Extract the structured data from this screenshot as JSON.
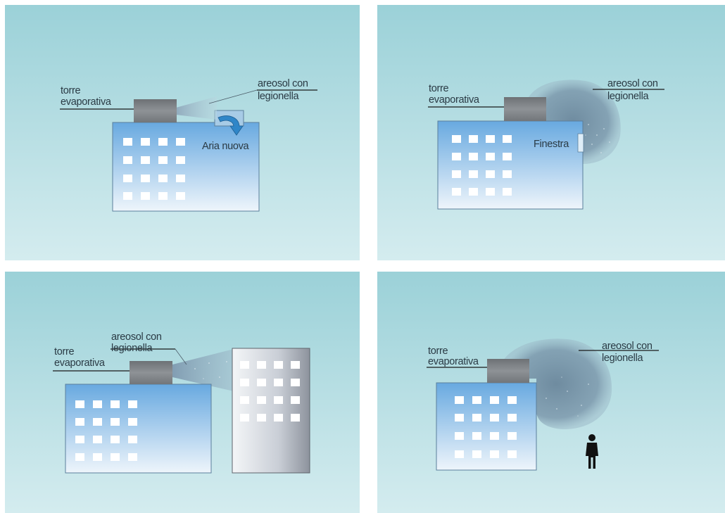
{
  "colors": {
    "sky_top": "#9dd2d9",
    "sky_bottom": "#d3ebee",
    "building_top": "#6aabe0",
    "building_bottom": "#ecf4fb",
    "tower": "#7e8285",
    "plume": "#5f7f96",
    "arrow": "#2f86c8"
  },
  "panels": [
    {
      "tower_label": [
        "torre",
        "evaporativa"
      ],
      "aerosol_label": [
        "areosol con",
        "legionella"
      ],
      "window_label": "Aria nuova"
    },
    {
      "tower_label": [
        "torre",
        "evaporativa"
      ],
      "aerosol_label": [
        "areosol con",
        "legionella"
      ],
      "window_label": "Finestra"
    },
    {
      "tower_label": [
        "torre",
        "evaporativa"
      ],
      "aerosol_label": [
        "areosol con",
        "legionella"
      ]
    },
    {
      "tower_label": [
        "torre",
        "evaporativa"
      ],
      "aerosol_label": [
        "areosol con",
        "legionella"
      ],
      "figure_icon": "person-icon"
    }
  ]
}
